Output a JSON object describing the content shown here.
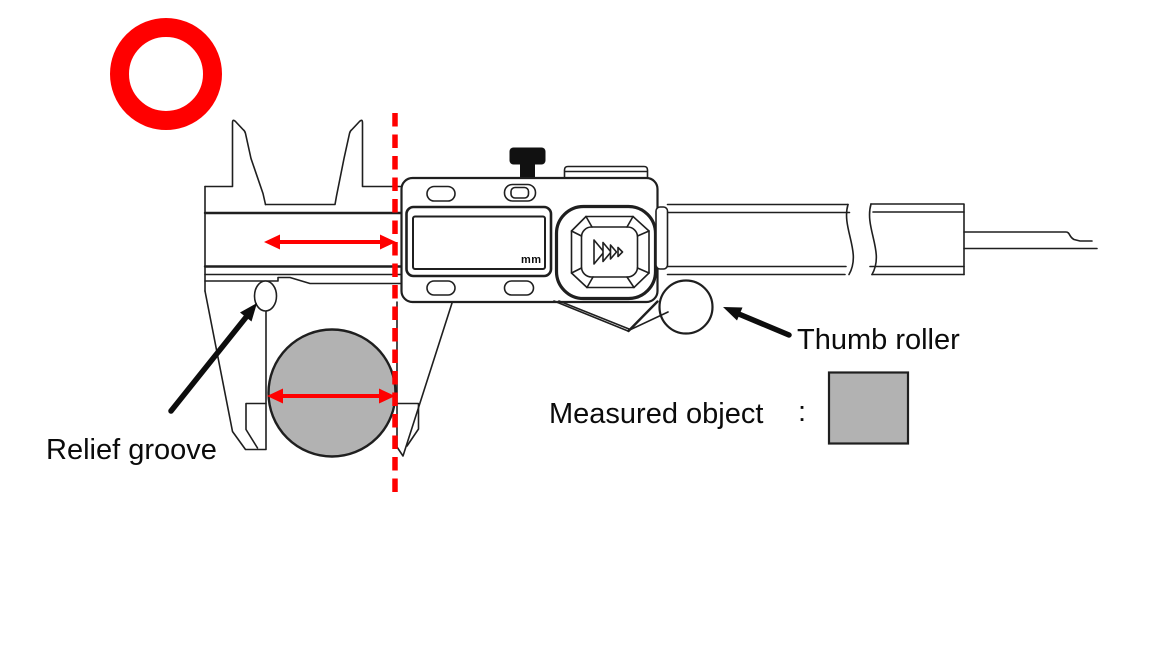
{
  "diagram": {
    "correct_mark": {
      "icon": "correct-circle-icon",
      "color": "#FF0000"
    },
    "caliper": {
      "unit_label": "mm"
    },
    "annotations": {
      "relief_groove": "Relief groove",
      "thumb_roller": "Thumb roller"
    },
    "legend": {
      "measured_object_label": "Measured object",
      "separator": ":",
      "swatch_color": "#B2B2B2"
    },
    "colors": {
      "accent_red": "#FF0000",
      "line_black": "#1F1F1F",
      "object_gray": "#B2B2B2"
    }
  }
}
